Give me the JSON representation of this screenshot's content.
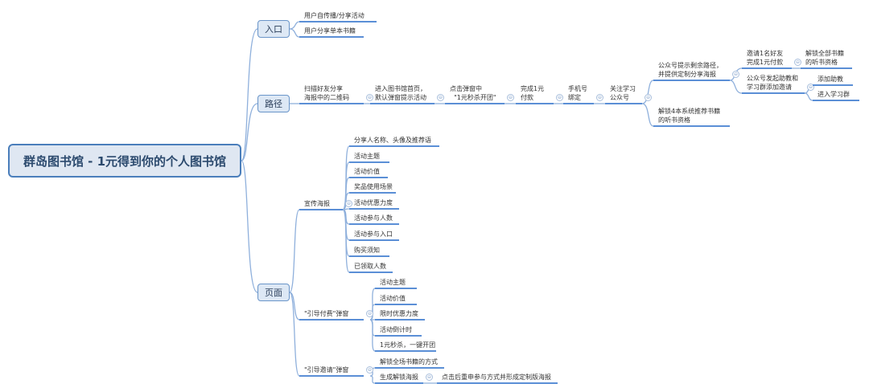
{
  "root": "群岛图书馆 - 1元得到你的个人图书馆",
  "entry": {
    "label": "入口",
    "items": [
      "用户自传播/分享活动",
      "用户分享单本书籍"
    ]
  },
  "path": {
    "label": "路径",
    "steps": [
      "扫描好友分享\n海报中的二维码",
      "进入图书馆首页，\n默认弹窗提示活动",
      "点击弹窗中\n  \"1元秒杀开团\"",
      "完成1元\n付款",
      "手机号\n绑定",
      "关注学习\n公众号"
    ],
    "branch_a": "公众号提示剩余路径，\n并提供定制分享海报",
    "branch_b": "解锁4本系统推荐书籍\n的听书资格",
    "invite": "邀请1名好友\n完成1元付款",
    "unlock_all": "解锁全部书籍\n的听书资格",
    "assist": "公众号发起助教和\n学习群添加邀请",
    "add_ta": "添加助教",
    "join_group": "进入学习群"
  },
  "page": {
    "label": "页面",
    "poster": {
      "label": "宣传海报",
      "items": [
        "分享人名称、头像及推荐语",
        "活动主题",
        "活动价值",
        "奖品使用场景",
        "活动优惠力度",
        "活动参与人数",
        "活动参与入口",
        "购买须知",
        "已领取人数"
      ]
    },
    "pay_popup": {
      "label": "\"引导付费\"弹窗",
      "items": [
        "活动主题",
        "活动价值",
        "限时优惠力度",
        "活动倒计时",
        "1元秒杀，一键开团"
      ]
    },
    "invite_popup": {
      "label": "\"引导邀请\"弹窗",
      "items": [
        "解锁全场书籍的方式",
        "生成解锁海报"
      ],
      "detail": "点击后重申参与方式并形成定制版海报"
    }
  },
  "collapse_icon": "⊖"
}
